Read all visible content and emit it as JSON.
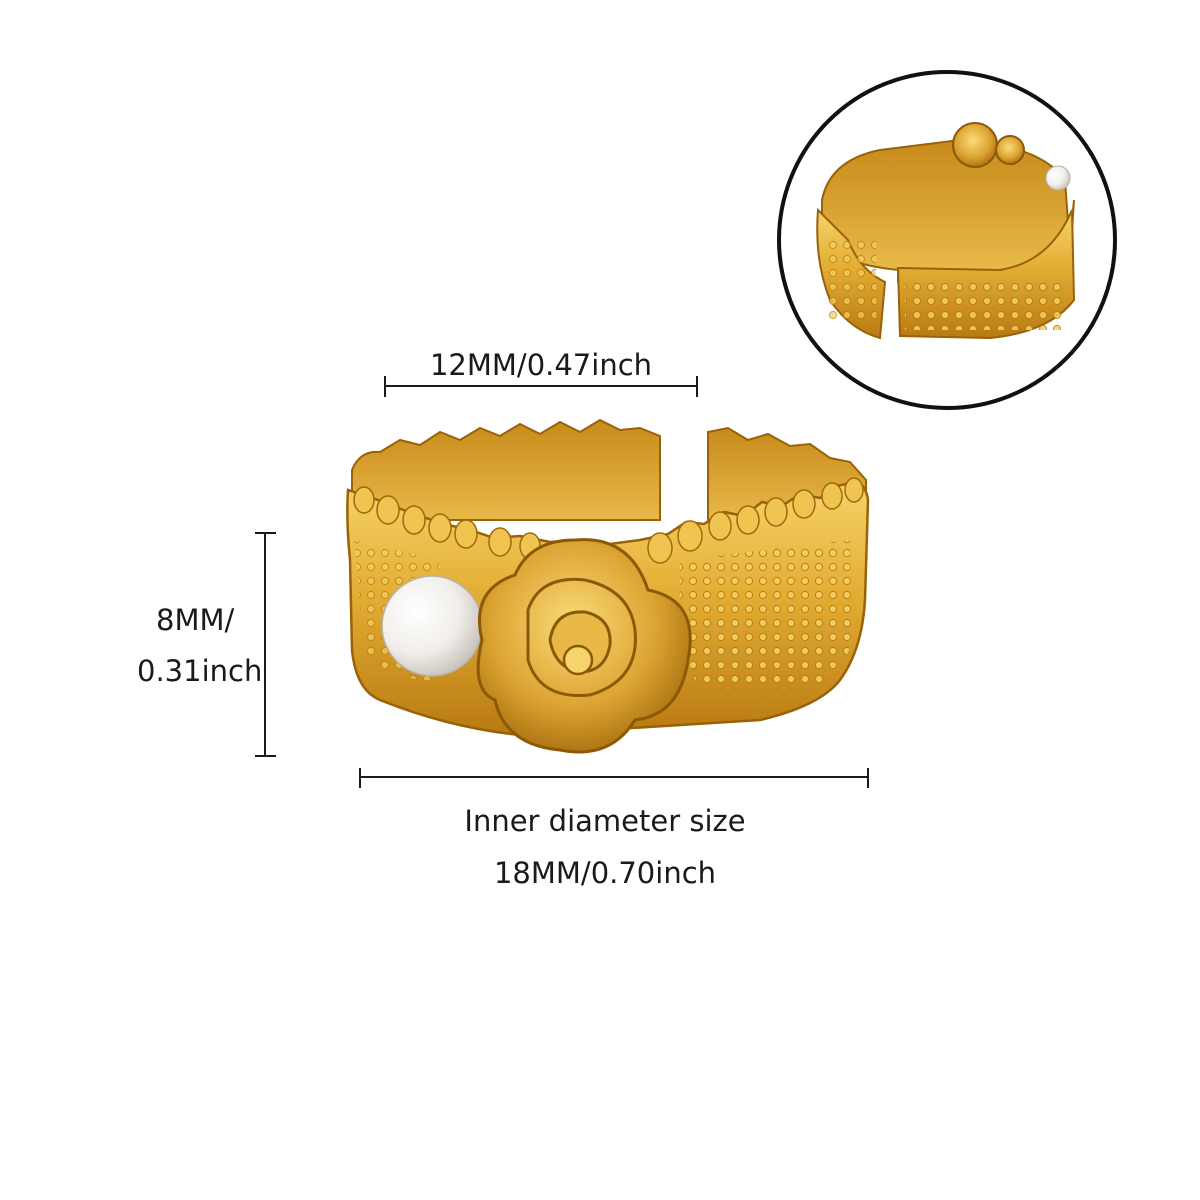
{
  "dimensions": {
    "width_label": "12MM/0.47inch",
    "height_label_line1": "8MM/",
    "height_label_line2": "0.31inch",
    "inner_diameter_title": "Inner diameter size",
    "inner_diameter_value": "18MM/0.70inch"
  },
  "colors": {
    "gold_light": "#f7d56a",
    "gold": "#e0a92c",
    "gold_dark": "#a96e0a",
    "pearl": "#f4f2f0",
    "line": "#1a1a1a"
  }
}
